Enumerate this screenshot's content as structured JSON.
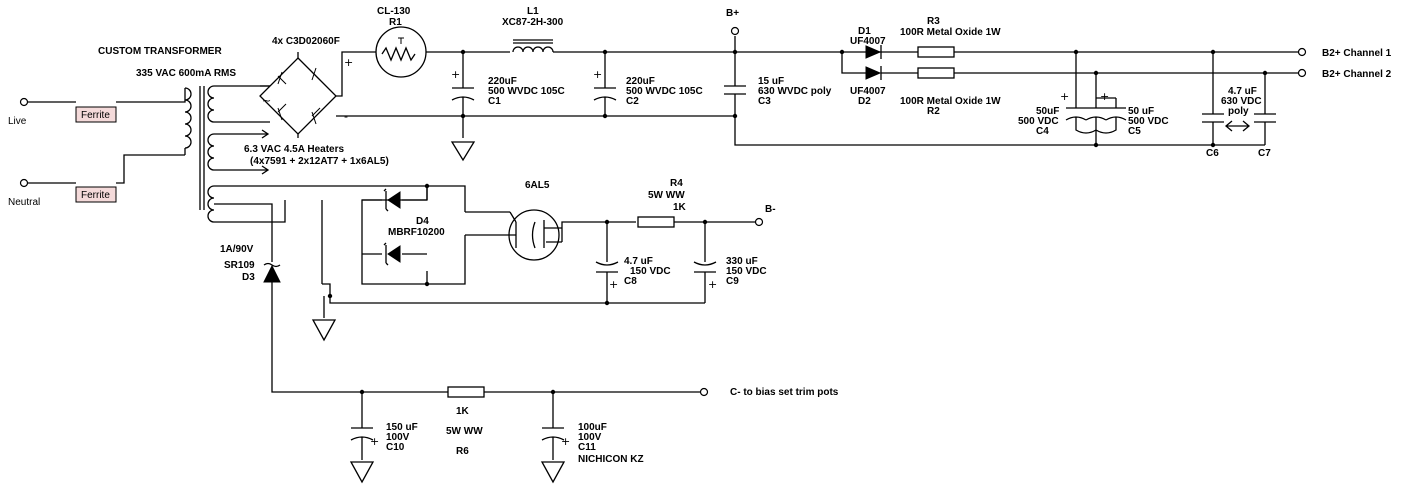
{
  "inputs": {
    "live": "Live",
    "neutral": "Neutral",
    "ferrite_live": "Ferrite",
    "ferrite_neutral": "Ferrite"
  },
  "transformer": {
    "title": "CUSTOM TRANSFORMER",
    "rating": "335 VAC 600mA RMS",
    "heater_label": "6.3 VAC 4.5A Heaters",
    "heater_tubes": "(4x7591 + 2x12AT7 + 1x6AL5)"
  },
  "bridge": {
    "label": "4x C3D02060F",
    "plus": "+",
    "minus": "-"
  },
  "r1": {
    "part": "CL-130",
    "ref": "R1"
  },
  "l1": {
    "ref": "L1",
    "part": "XC87-2H-300"
  },
  "c1": {
    "value": "220uF",
    "rating": "500 WVDC 105C",
    "ref": "C1"
  },
  "c2": {
    "value": "220uF",
    "rating": "500 WVDC 105C",
    "ref": "C2"
  },
  "c3": {
    "value": "15 uF",
    "rating": "630 WVDC poly",
    "ref": "C3"
  },
  "bplus": "B+",
  "d1": {
    "ref": "D1",
    "part": "UF4007"
  },
  "d2": {
    "part": "UF4007",
    "ref": "D2"
  },
  "r3": {
    "ref": "R3",
    "part": "100R Metal Oxide 1W"
  },
  "r2": {
    "part": "100R Metal Oxide 1W",
    "ref": "R2"
  },
  "c4": {
    "value": "50uF",
    "rating": "500 VDC",
    "ref": "C4"
  },
  "c5": {
    "value": "50 uF",
    "rating": "500 VDC",
    "ref": "C5"
  },
  "c6c7": {
    "value": "4.7 uF",
    "rating": "630 VDC",
    "type": "poly",
    "ref_a": "C6",
    "ref_b": "C7"
  },
  "outputs": {
    "ch1": "B2+ Channel 1",
    "ch2": "B2+ Channel 2"
  },
  "d4": {
    "ref": "D4",
    "part": "MBRF10200"
  },
  "tube": "6AL5",
  "r4": {
    "ref": "R4",
    "part": "5W WW",
    "value": "1K"
  },
  "bminus": "B-",
  "c8": {
    "value": "4.7 uF",
    "rating": "150 VDC",
    "ref": "C8"
  },
  "c9": {
    "value": "330 uF",
    "rating": "150 VDC",
    "ref": "C9"
  },
  "d3": {
    "rating": "1A/90V",
    "part": "SR109",
    "ref": "D3"
  },
  "r6": {
    "value": "1K",
    "part": "5W WW",
    "ref": "R6"
  },
  "cminus": "C- to bias set trim pots",
  "c10": {
    "value": "150 uF",
    "rating": "100V",
    "ref": "C10"
  },
  "c11": {
    "value": "100uF",
    "rating": "100V",
    "ref": "C11",
    "brand": "NICHICON KZ"
  },
  "colors": {
    "ferrite_fill": "#f4dada",
    "wire": "#000000",
    "background": "#ffffff"
  }
}
